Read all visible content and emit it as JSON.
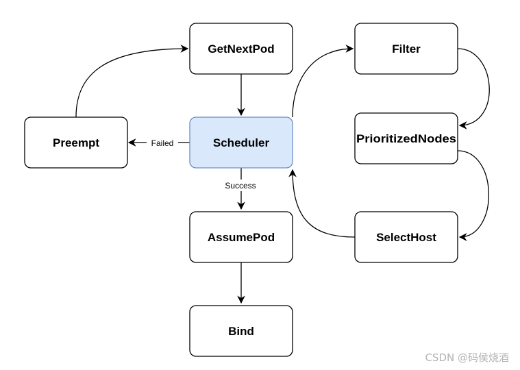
{
  "nodes": {
    "getnextpod": "GetNextPod",
    "scheduler": "Scheduler",
    "preempt": "Preempt",
    "assumepod": "AssumePod",
    "bind": "Bind",
    "filter": "Filter",
    "prioritizednodes": "PrioritizedNodes",
    "selecthost": "SelectHost"
  },
  "edges": {
    "failed": "Failed",
    "success": "Success"
  },
  "watermark": "CSDN @码侯烧酒",
  "colors": {
    "scheduler_fill": "#dae8fc",
    "scheduler_stroke": "#6c8ebf",
    "node_stroke": "#000000"
  }
}
